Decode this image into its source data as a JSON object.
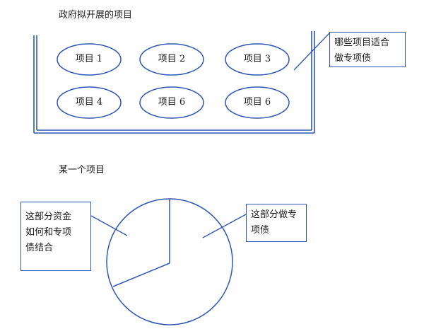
{
  "top_section": {
    "title": "政府拟开展的项目",
    "items": [
      "项目 1",
      "项目 2",
      "项目 3",
      "项目 4",
      "项目 6",
      "项目 6"
    ],
    "callout_lines": [
      "哪些项目适合",
      "做专项债"
    ]
  },
  "bottom_section": {
    "title": "某一个项目",
    "left_callout_lines": [
      "这部分资金",
      "如何和专项",
      "债结合"
    ],
    "right_callout_lines": [
      "这部分做专",
      "项债"
    ]
  },
  "colors": {
    "stroke": "#2f57b3",
    "text": "#1a1a1a"
  }
}
